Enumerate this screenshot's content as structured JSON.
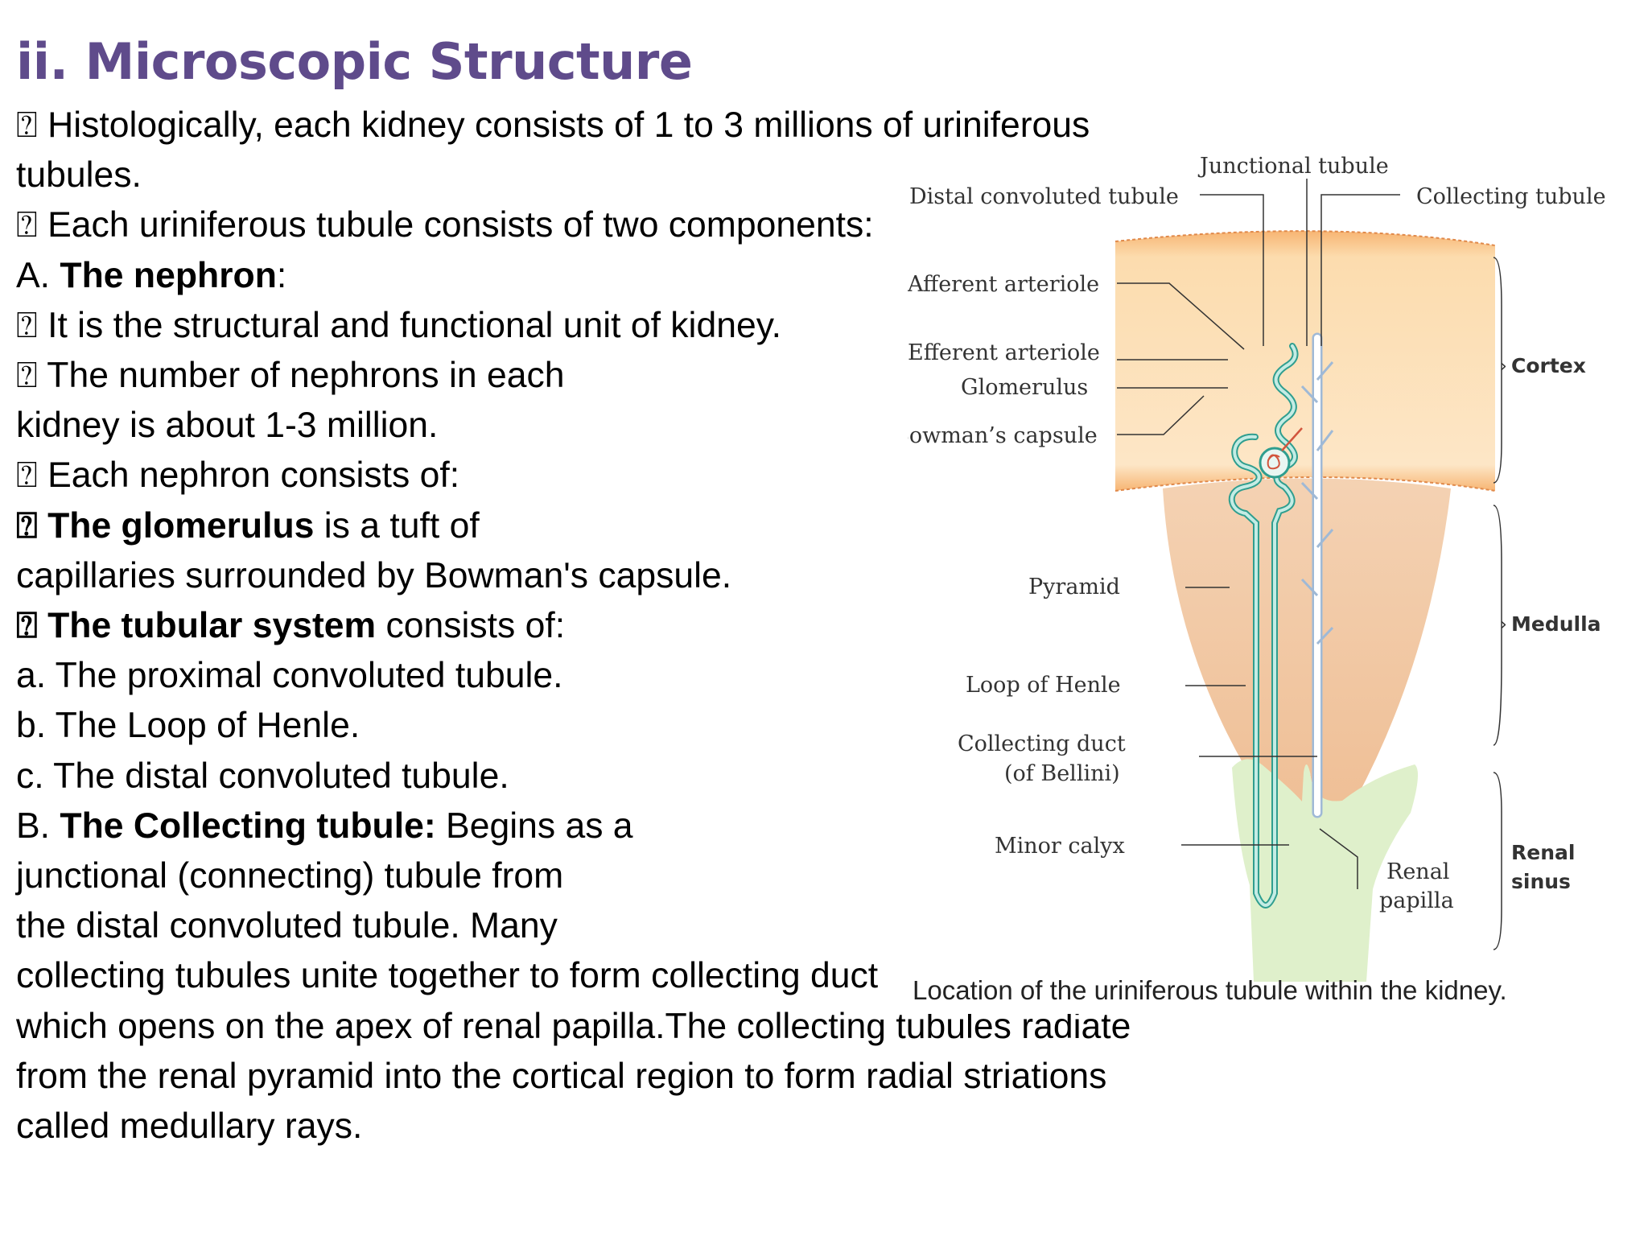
{
  "slide": {
    "title": "ii. Microscopic Structure",
    "bullet_glyph": "⍰",
    "lines": [
      [
        "bullet",
        "Histologically, each kidney consists of 1 to 3 millions of uriniferous"
      ],
      [
        "plain",
        "tubules."
      ],
      [
        "bullet",
        "Each uriniferous tubule consists of two components:"
      ],
      [
        "mixed",
        "A. ",
        "The nephron",
        ":"
      ],
      [
        "bullet",
        "It is the structural and functional unit of kidney."
      ],
      [
        "bullet",
        "The number of nephrons in each"
      ],
      [
        "plain",
        "kidney is about 1-3 million."
      ],
      [
        "bullet",
        "Each nephron consists of:"
      ],
      [
        "boldbullet",
        "The glomerulus",
        " is a tuft of"
      ],
      [
        "plain",
        "capillaries surrounded by Bowman's capsule."
      ],
      [
        "boldbullet",
        "The tubular system",
        " consists of:"
      ],
      [
        "plain",
        "a. The proximal convoluted tubule."
      ],
      [
        "plain",
        "b. The Loop of Henle."
      ],
      [
        "plain",
        "c. The distal convoluted tubule."
      ],
      [
        "mixed",
        "B. ",
        "The Collecting tubule:",
        " Begins as a"
      ],
      [
        "plain",
        "junctional (connecting) tubule from"
      ],
      [
        "plain",
        "the distal convoluted tubule. Many"
      ],
      [
        "plain",
        "collecting tubules unite together to form collecting duct"
      ],
      [
        "plain",
        "which opens on the apex of renal papilla.The collecting tubules radiate"
      ],
      [
        "plain",
        "from the renal pyramid into the cortical region to form radial striations"
      ],
      [
        "plain",
        "called medullary rays."
      ]
    ]
  },
  "figure": {
    "labels": {
      "junctional_tubule": "Junctional tubule",
      "distal_convoluted_tubule": "Distal convoluted tubule",
      "collecting_tubule": "Collecting tubule",
      "afferent_arteriole": "Afferent arteriole",
      "efferent_arteriole": "Efferent arteriole",
      "glomerulus": "Glomerulus",
      "bowmans_capsule": "Bowman’s capsule",
      "pyramid": "Pyramid",
      "loop_of_henle": "Loop of Henle",
      "collecting_duct_1": "Collecting duct",
      "collecting_duct_2": "(of Bellini)",
      "minor_calyx": "Minor calyx",
      "renal_papilla_1": "Renal",
      "renal_papilla_2": "papilla",
      "cortex": "Cortex",
      "medulla": "Medulla",
      "renal_sinus_1": "Renal",
      "renal_sinus_2": "sinus"
    },
    "caption": "Location of the uriniferous tubule within the kidney.",
    "colors": {
      "title": "#5f4b8b",
      "cortex": "#fcdcae",
      "cortex_edge": "#f7b573",
      "medulla": "#f1c9a3",
      "calyx": "#dff0cb",
      "tubule": "#9fd3cc"
    }
  }
}
